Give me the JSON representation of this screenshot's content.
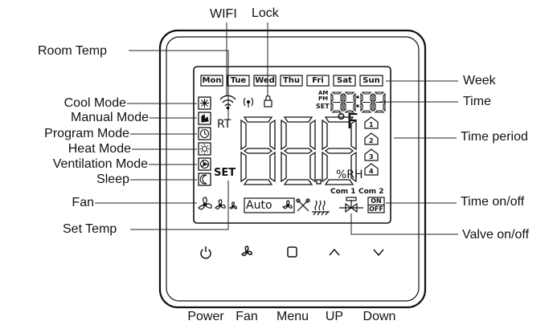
{
  "callouts": {
    "wifi": "WIFI",
    "lock": "Lock",
    "room_temp": "Room Temp",
    "cool_mode": "Cool Mode",
    "manual_mode": "Manual Mode",
    "program_mode": "Program Mode",
    "heat_mode": "Heat  Mode",
    "ventilation_mode": "Ventilation Mode",
    "sleep": "Sleep",
    "fan": "Fan",
    "set_temp": "Set Temp",
    "week": "Week",
    "time": "Time",
    "time_period": "Time period",
    "time_onoff": "Time  on/off",
    "valve_onoff": "Valve on/off"
  },
  "display": {
    "days": [
      "Mon",
      "Tue",
      "Wed",
      "Thu",
      "Fri",
      "Sat",
      "Sun"
    ],
    "rt": "RT",
    "set": "SET",
    "set_small": "SET",
    "am": "AM",
    "pm": "PM",
    "degree_unit": "°F",
    "humidity_unit": "%RH",
    "auto": "Auto",
    "com1": "Com 1",
    "com2": "Com 2",
    "on": "ON",
    "off": "OFF",
    "periods": [
      "1",
      "2",
      "3",
      "4"
    ]
  },
  "buttons": [
    {
      "label": "Power",
      "icon": "power-icon"
    },
    {
      "label": "Fan",
      "icon": "fan-icon"
    },
    {
      "label": "Menu",
      "icon": "menu-icon"
    },
    {
      "label": "UP",
      "icon": "up-arrow-icon"
    },
    {
      "label": "Down",
      "icon": "down-arrow-icon"
    }
  ]
}
